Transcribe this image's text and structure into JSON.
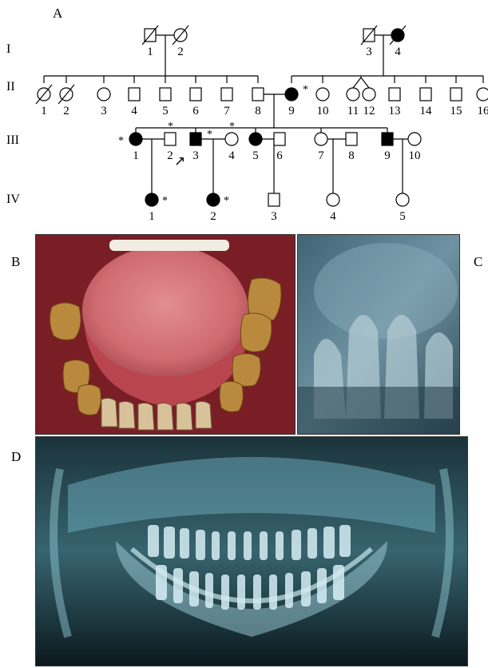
{
  "figure": {
    "panel_labels": {
      "a": "A",
      "b": "B",
      "c": "C",
      "d": "D"
    },
    "pedigree": {
      "generations": [
        "I",
        "II",
        "III",
        "IV"
      ],
      "proband_marker": "↗",
      "sample_marker": "*",
      "individuals": [
        {
          "gen": "I",
          "num": "1",
          "sex": "male",
          "affected": false,
          "deceased": true,
          "sampled": false
        },
        {
          "gen": "I",
          "num": "2",
          "sex": "female",
          "affected": false,
          "deceased": true,
          "sampled": false
        },
        {
          "gen": "I",
          "num": "3",
          "sex": "male",
          "affected": false,
          "deceased": true,
          "sampled": false
        },
        {
          "gen": "I",
          "num": "4",
          "sex": "female",
          "affected": true,
          "deceased": true,
          "sampled": false
        },
        {
          "gen": "II",
          "num": "1",
          "sex": "female",
          "affected": false,
          "deceased": true,
          "sampled": false
        },
        {
          "gen": "II",
          "num": "2",
          "sex": "female",
          "affected": false,
          "deceased": true,
          "sampled": false
        },
        {
          "gen": "II",
          "num": "3",
          "sex": "female",
          "affected": false,
          "deceased": false,
          "sampled": false
        },
        {
          "gen": "II",
          "num": "4",
          "sex": "male",
          "affected": false,
          "deceased": false,
          "sampled": false
        },
        {
          "gen": "II",
          "num": "5",
          "sex": "male",
          "affected": false,
          "deceased": false,
          "sampled": false
        },
        {
          "gen": "II",
          "num": "6",
          "sex": "male",
          "affected": false,
          "deceased": false,
          "sampled": false
        },
        {
          "gen": "II",
          "num": "7",
          "sex": "male",
          "affected": false,
          "deceased": false,
          "sampled": false
        },
        {
          "gen": "II",
          "num": "8",
          "sex": "male",
          "affected": false,
          "deceased": false,
          "sampled": false
        },
        {
          "gen": "II",
          "num": "9",
          "sex": "female",
          "affected": true,
          "deceased": false,
          "sampled": true
        },
        {
          "gen": "II",
          "num": "10",
          "sex": "female",
          "affected": false,
          "deceased": false,
          "sampled": false
        },
        {
          "gen": "II",
          "num": "11",
          "sex": "female",
          "affected": false,
          "deceased": false,
          "sampled": false
        },
        {
          "gen": "II",
          "num": "12",
          "sex": "female",
          "affected": false,
          "deceased": false,
          "sampled": false
        },
        {
          "gen": "II",
          "num": "13",
          "sex": "male",
          "affected": false,
          "deceased": false,
          "sampled": false
        },
        {
          "gen": "II",
          "num": "14",
          "sex": "male",
          "affected": false,
          "deceased": false,
          "sampled": false
        },
        {
          "gen": "II",
          "num": "15",
          "sex": "male",
          "affected": false,
          "deceased": false,
          "sampled": false
        },
        {
          "gen": "II",
          "num": "16",
          "sex": "female",
          "affected": false,
          "deceased": false,
          "sampled": false
        },
        {
          "gen": "III",
          "num": "1",
          "sex": "female",
          "affected": true,
          "deceased": false,
          "sampled": true
        },
        {
          "gen": "III",
          "num": "2",
          "sex": "male",
          "affected": false,
          "deceased": false,
          "sampled": true
        },
        {
          "gen": "III",
          "num": "3",
          "sex": "male",
          "affected": true,
          "deceased": false,
          "sampled": true,
          "proband": true
        },
        {
          "gen": "III",
          "num": "4",
          "sex": "female",
          "affected": false,
          "deceased": false,
          "sampled": true
        },
        {
          "gen": "III",
          "num": "5",
          "sex": "female",
          "affected": true,
          "deceased": false,
          "sampled": false
        },
        {
          "gen": "III",
          "num": "6",
          "sex": "male",
          "affected": false,
          "deceased": false,
          "sampled": false
        },
        {
          "gen": "III",
          "num": "7",
          "sex": "female",
          "affected": false,
          "deceased": false,
          "sampled": false
        },
        {
          "gen": "III",
          "num": "8",
          "sex": "male",
          "affected": false,
          "deceased": false,
          "sampled": false
        },
        {
          "gen": "III",
          "num": "9",
          "sex": "male",
          "affected": true,
          "deceased": false,
          "sampled": false
        },
        {
          "gen": "III",
          "num": "10",
          "sex": "female",
          "affected": false,
          "deceased": false,
          "sampled": false
        },
        {
          "gen": "IV",
          "num": "1",
          "sex": "female",
          "affected": true,
          "deceased": false,
          "sampled": true
        },
        {
          "gen": "IV",
          "num": "2",
          "sex": "female",
          "affected": true,
          "deceased": false,
          "sampled": true
        },
        {
          "gen": "IV",
          "num": "3",
          "sex": "male",
          "affected": false,
          "deceased": false,
          "sampled": false
        },
        {
          "gen": "IV",
          "num": "4",
          "sex": "female",
          "affected": false,
          "deceased": false,
          "sampled": false
        },
        {
          "gen": "IV",
          "num": "5",
          "sex": "female",
          "affected": false,
          "deceased": false,
          "sampled": false
        }
      ]
    },
    "photos": {
      "b": {
        "subject": "intraoral-photo-lower-arch",
        "tooth_color": "#b98a3e",
        "gum_color": "#c7444e"
      },
      "c": {
        "subject": "periapical-radiograph",
        "tint": "#6f93a3"
      },
      "d": {
        "subject": "panoramic-radiograph",
        "tint": "#5fa3b3"
      }
    }
  }
}
